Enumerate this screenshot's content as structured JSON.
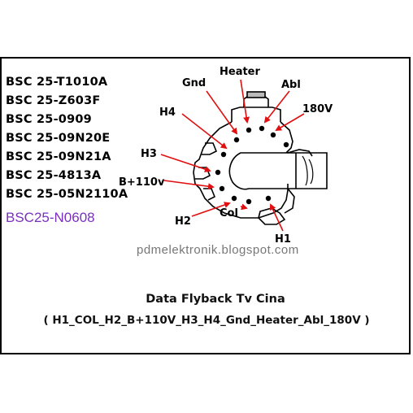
{
  "models": [
    "BSC 25-T1010A",
    "BSC 25-Z603F",
    "BSC 25-0909",
    "BSC 25-09N20E",
    "BSC 25-09N21A",
    "BSC 25-4813A",
    "BSC 25-05N2110A"
  ],
  "model_highlight": "BSC25-N0608",
  "pins": {
    "heater": "Heater",
    "gnd": "Gnd",
    "abl": "Abl",
    "h4": "H4",
    "v180": "180V",
    "h3": "H3",
    "bplus": "B+110v",
    "h2": "H2",
    "col": "Col",
    "h1": "H1"
  },
  "website": "pdmelektronik.blogspot.com",
  "caption": {
    "title": "Data Flyback Tv Cina",
    "pin_order": "( H1_COL_H2_B+110V_H3_H4_Gnd_Heater_Abl_180V )"
  },
  "colors": {
    "arrow": "#e01010",
    "highlight_text": "#7b2fbe"
  }
}
